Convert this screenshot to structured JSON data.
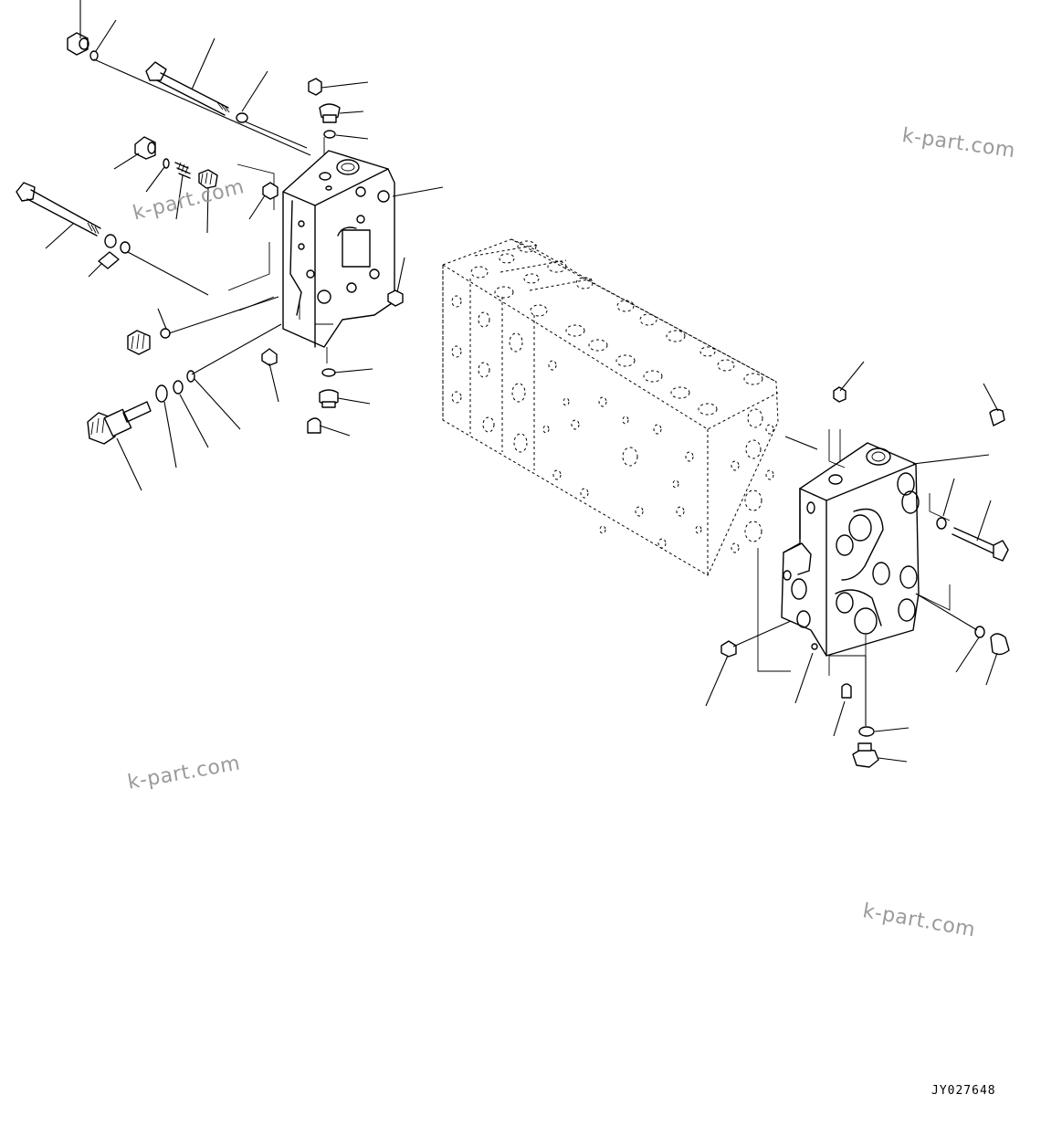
{
  "watermarks": [
    "k-part.com",
    "k-part.com",
    "k-part.com",
    "k-part.com"
  ],
  "drawing_code": "JY027648"
}
